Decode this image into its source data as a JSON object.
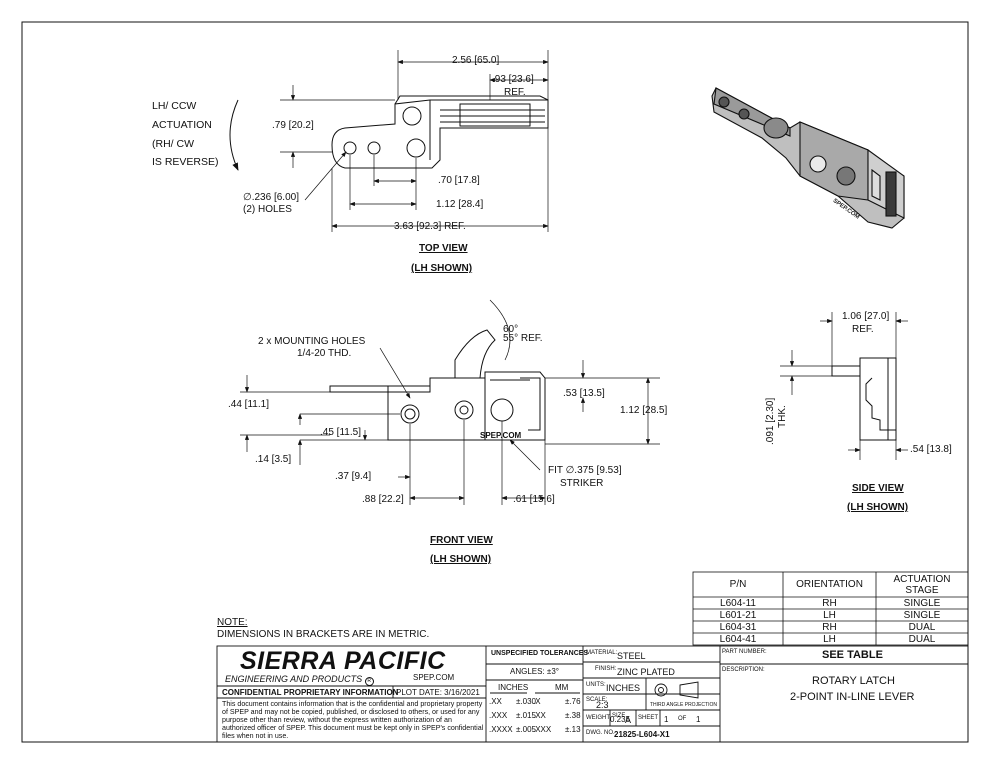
{
  "notes": {
    "actuation": [
      "LH/ CCW",
      "ACTUATION",
      "(RH/ CW",
      "IS REVERSE)"
    ],
    "note_label": "NOTE:",
    "note_text": "DIMENSIONS IN BRACKETS ARE IN METRIC."
  },
  "top_view": {
    "title": "TOP VIEW",
    "subtitle": "(LH SHOWN)",
    "dims": {
      "overall_width": "2.56",
      "overall_width_mm": "65.0",
      "ref_width": ".93",
      "ref_width_mm": "23.6",
      "ref": "REF.",
      "height": ".79",
      "height_mm": "20.2",
      "hole_spacing": ".70",
      "hole_spacing_mm": "17.8",
      "hole_to_pivot": "1.12",
      "hole_to_pivot_mm": "28.4",
      "overall_length": "3.63",
      "overall_length_mm": "92.3",
      "overall_length_ref": "REF.",
      "hole_dia": "∅.236",
      "hole_dia_mm": "6.00",
      "hole_count": "(2) HOLES"
    }
  },
  "front_view": {
    "title": "FRONT VIEW",
    "subtitle": "(LH SHOWN)",
    "mounting_holes": "2 x MOUNTING HOLES",
    "thread": "1/4-20 THD.",
    "angle_1": "60°",
    "angle_2": "55°",
    "angle_ref": "REF.",
    "brand": "SPEP.COM",
    "dims": {
      "a": ".44",
      "a_mm": "11.1",
      "b": ".45",
      "b_mm": "11.5",
      "c": ".14",
      "c_mm": "3.5",
      "d": ".37",
      "d_mm": "9.4",
      "e": ".88",
      "e_mm": "22.2",
      "f": ".61",
      "f_mm": "15.6",
      "g": ".53",
      "g_mm": "13.5",
      "h": "1.12",
      "h_mm": "28.5",
      "fit": "FIT ∅.375",
      "fit_mm": "9.53",
      "striker": "STRIKER"
    }
  },
  "side_view": {
    "title": "SIDE VIEW",
    "subtitle": "(LH SHOWN)",
    "dims": {
      "width": "1.06",
      "width_mm": "27.0",
      "ref": "REF.",
      "thk": ".091",
      "thk_mm": "2.30",
      "thk_label": "THK.",
      "depth": ".54",
      "depth_mm": "13.8"
    }
  },
  "iso_view": {
    "brand": "SPEP.COM"
  },
  "pn_table": {
    "headers": [
      "P/N",
      "ORIENTATION",
      "ACTUATION\nSTAGE"
    ],
    "rows": [
      [
        "L604-11",
        "RH",
        "SINGLE"
      ],
      [
        "L601-21",
        "LH",
        "SINGLE"
      ],
      [
        "L604-31",
        "RH",
        "DUAL"
      ],
      [
        "L604-41",
        "LH",
        "DUAL"
      ]
    ]
  },
  "title_block": {
    "company": "SIERRA PACIFIC",
    "company_sub": "ENGINEERING AND PRODUCTS",
    "registered": "R",
    "website": "SPEP.COM",
    "confidential_title": "CONFIDENTIAL PROPRIETARY INFORMATION",
    "plot_date_label": "PLOT DATE:",
    "plot_date": "3/16/2021",
    "confidential_text": "This document contains information that is the confidential and proprietary property of SPEP and may not be copied, published, or disclosed to others, or used for any purpose other than review, without the express written authorization of an authorized officer of SPEP. This document must be kept only in SPEP's confidential files when not in use.",
    "tolerances_title": "UNSPECIFIED TOLERANCES",
    "angles_label": "ANGLES:",
    "angles_value": "±3°",
    "inches_label": "INCHES",
    "mm_label": "MM",
    "tol_rows": [
      [
        ".XX",
        "±.030",
        ".X",
        "±.76"
      ],
      [
        ".XXX",
        "±.015",
        ".XX",
        "±.38"
      ],
      [
        ".XXXX",
        "±.005",
        ".XXX",
        "±.13"
      ]
    ],
    "material_label": "MATERIAL:",
    "material": "STEEL",
    "finish_label": "FINISH:",
    "finish": "ZINC PLATED",
    "units_label": "UNITS:",
    "units": "INCHES",
    "projection": "THIRD ANGLE PROJECTION",
    "scale_label": "SCALE:",
    "scale": "2:3",
    "weight_label": "WEIGHT",
    "weight": "0.235",
    "size_label": "SIZE",
    "size": "A",
    "sheet_label": "SHEET",
    "sheet": "1",
    "of_label": "OF",
    "sheet_total": "1",
    "dwg_label": "DWG. NO.",
    "dwg_no": "21825-L604-X1",
    "part_number_label": "PART NUMBER:",
    "part_number": "SEE TABLE",
    "description_label": "DESCRIPTION:",
    "description_1": "ROTARY LATCH",
    "description_2": "2-POINT IN-LINE LEVER"
  }
}
